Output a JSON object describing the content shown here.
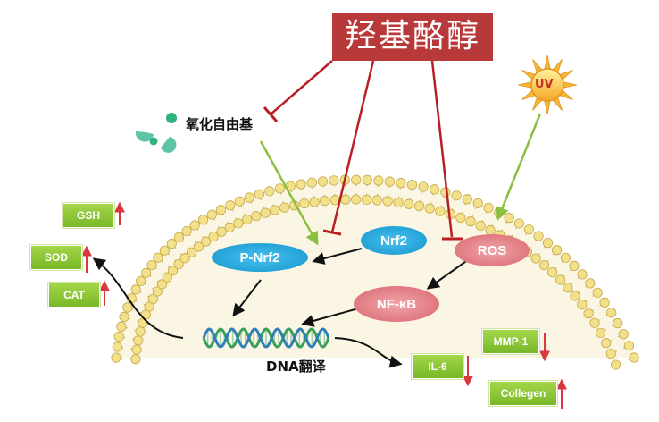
{
  "title": "羟基酪醇",
  "free_radical_label": "氧化自由基",
  "uv_label": "UV",
  "dna_label": "DNA翻译",
  "nodes": {
    "p_nrf2": "P-Nrf2",
    "nrf2": "Nrf2",
    "ros": "ROS",
    "nfkb": "NF-κB"
  },
  "markers": {
    "gsh": {
      "label": "GSH",
      "direction": "up"
    },
    "sod": {
      "label": "SOD",
      "direction": "up"
    },
    "cat": {
      "label": "CAT",
      "direction": "up"
    },
    "il6": {
      "label": "IL-6",
      "direction": "down"
    },
    "mmp1": {
      "label": "MMP-1",
      "direction": "down"
    },
    "collagen": {
      "label": "Collegen",
      "direction": "up"
    }
  },
  "colors": {
    "title_bg": "#b8393a",
    "inhibit_red": "#b81f24",
    "activate_green": "#8cbf3f",
    "membrane_head": "#f3e08a",
    "cytoplasm": "#fbf6e3",
    "blue_node": "#1fa9e1",
    "pink_node": "#e2838a",
    "marker_green": "#8cc63f",
    "up_down_arrow": "#d9393e"
  }
}
